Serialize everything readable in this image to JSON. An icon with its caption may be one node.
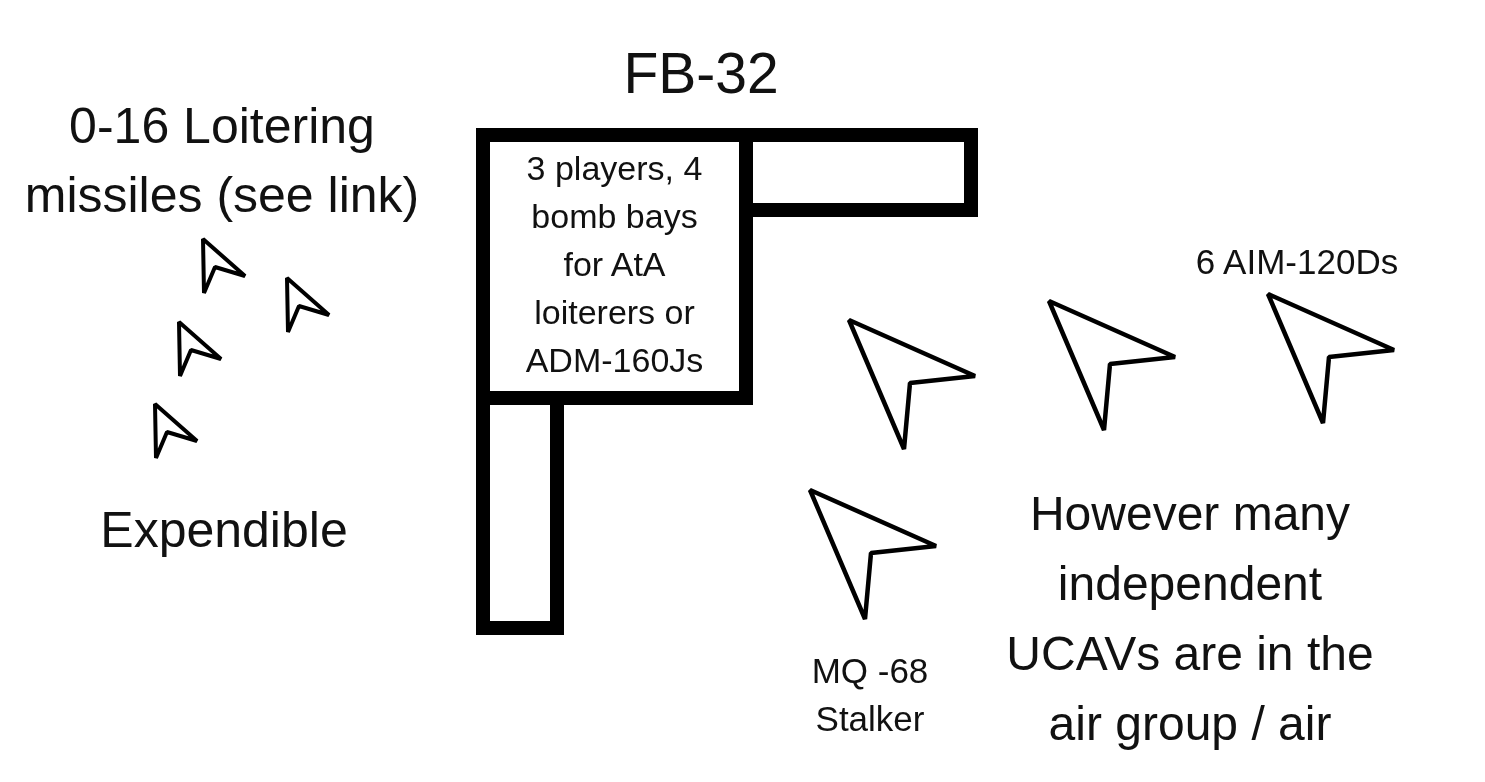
{
  "diagram": {
    "title": "FB-32",
    "nodes": [
      {
        "text": [
          "3 players, 4 bomb bays for AtA loiterers or ADM-160Js"
        ]
      },
      {
        "text": [],
        "shape": "box"
      },
      {
        "text": [],
        "shape": "box"
      }
    ],
    "labels": [
      "0-16 Loitering missiles (see link)",
      "6 AIM-120Ds",
      "Expendible",
      "However many independent UCAVs are in the air group / air",
      "MQ -68 Stalker"
    ]
  }
}
